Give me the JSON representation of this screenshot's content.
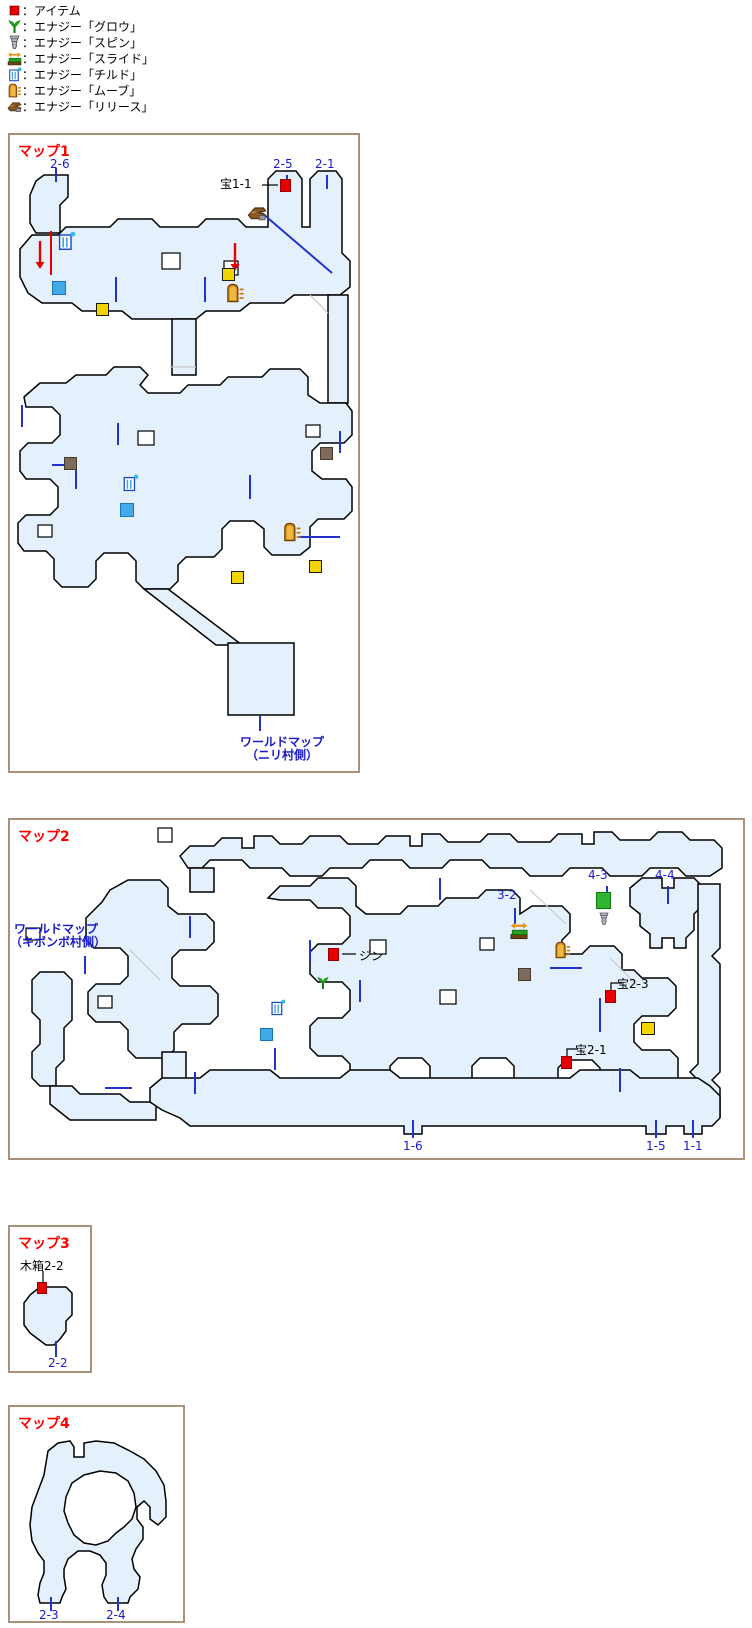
{
  "colors": {
    "map_fill": "#e4f1fc",
    "map_outline": "#000000",
    "panel_border": "#a9917b",
    "title_red": "#ff0000",
    "label_blue": "#1a1acc",
    "line_blue": "#2233cc",
    "arrow_red": "#e80000",
    "item_red": "#e80000",
    "marker_yellow": "#f2d500",
    "marker_cyan": "#42aae8",
    "marker_brown": "#7d6c5b",
    "marker_green": "#2fb52f"
  },
  "legend": {
    "items": [
      {
        "icon": "item-icon",
        "label": "：アイテム"
      },
      {
        "icon": "grow-icon",
        "label": "：エナジー「グロウ」"
      },
      {
        "icon": "spin-icon",
        "label": "：エナジー「スピン」"
      },
      {
        "icon": "slide-icon",
        "label": "：エナジー「スライド」"
      },
      {
        "icon": "chilled-icon",
        "label": "：エナジー「チルド」"
      },
      {
        "icon": "move-icon",
        "label": "：エナジー「ムーブ」"
      },
      {
        "icon": "release-icon",
        "label": "：エナジー「リリース」"
      }
    ]
  },
  "maps": {
    "map1": {
      "title": "マップ1",
      "exit_2_6": "2-6",
      "treasure_1_1": "宝1-1",
      "exit_2_5": "2-5",
      "exit_2_1": "2-1",
      "worldmap_line1": "ワールドマップ",
      "worldmap_line2": "（ニリ村側）"
    },
    "map2": {
      "title": "マップ2",
      "worldmap_line1": "ワールドマップ",
      "worldmap_line2": "（キボンボ村側）",
      "exit_3_2": "3-2",
      "exit_4_3": "4-3",
      "exit_4_4": "4-4",
      "npc_jin": "ジン",
      "treasure_2_3": "宝2-3",
      "treasure_2_1": "宝2-1",
      "exit_1_6": "1-6",
      "exit_1_5": "1-5",
      "exit_1_1": "1-1"
    },
    "map3": {
      "title": "マップ3",
      "chest_2_2": "木箱2-2",
      "exit_2_2": "2-2"
    },
    "map4": {
      "title": "マップ4",
      "exit_2_3": "2-3",
      "exit_2_4": "2-4"
    }
  }
}
